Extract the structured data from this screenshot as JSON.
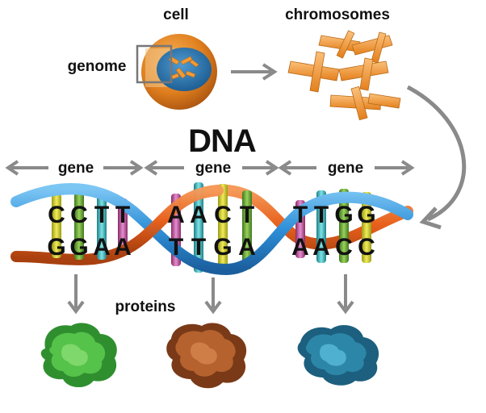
{
  "labels": {
    "cell": "cell",
    "chromosomes": "chromosomes",
    "genome": "genome",
    "dna": "DNA",
    "gene_1": "gene",
    "gene_2": "gene",
    "gene_3": "gene",
    "proteins": "proteins"
  },
  "bases": {
    "top_1": [
      "C",
      "C",
      "T",
      "T"
    ],
    "bottom_1": [
      "G",
      "G",
      "A",
      "A"
    ],
    "top_2": [
      "A",
      "A",
      "C",
      "T"
    ],
    "bottom_2": [
      "T",
      "T",
      "G",
      "A"
    ],
    "top_3": [
      "T",
      "T",
      "G",
      "G"
    ],
    "bottom_3": [
      "A",
      "A",
      "C",
      "C"
    ]
  },
  "colors": {
    "cell_orange": "#e07f1f",
    "chromosome_orange": "#f49a36",
    "backbone_blue": "#2f8fd8",
    "backbone_orange": "#e8601c",
    "arrow_gray": "#8a8a8a",
    "protein_green": "#3aa63a",
    "protein_brown": "#a2542a",
    "protein_blue": "#2c86a8"
  },
  "icons": [
    "cell-icon",
    "chromosome-icon",
    "protein-green-icon",
    "protein-brown-icon",
    "protein-blue-icon"
  ]
}
